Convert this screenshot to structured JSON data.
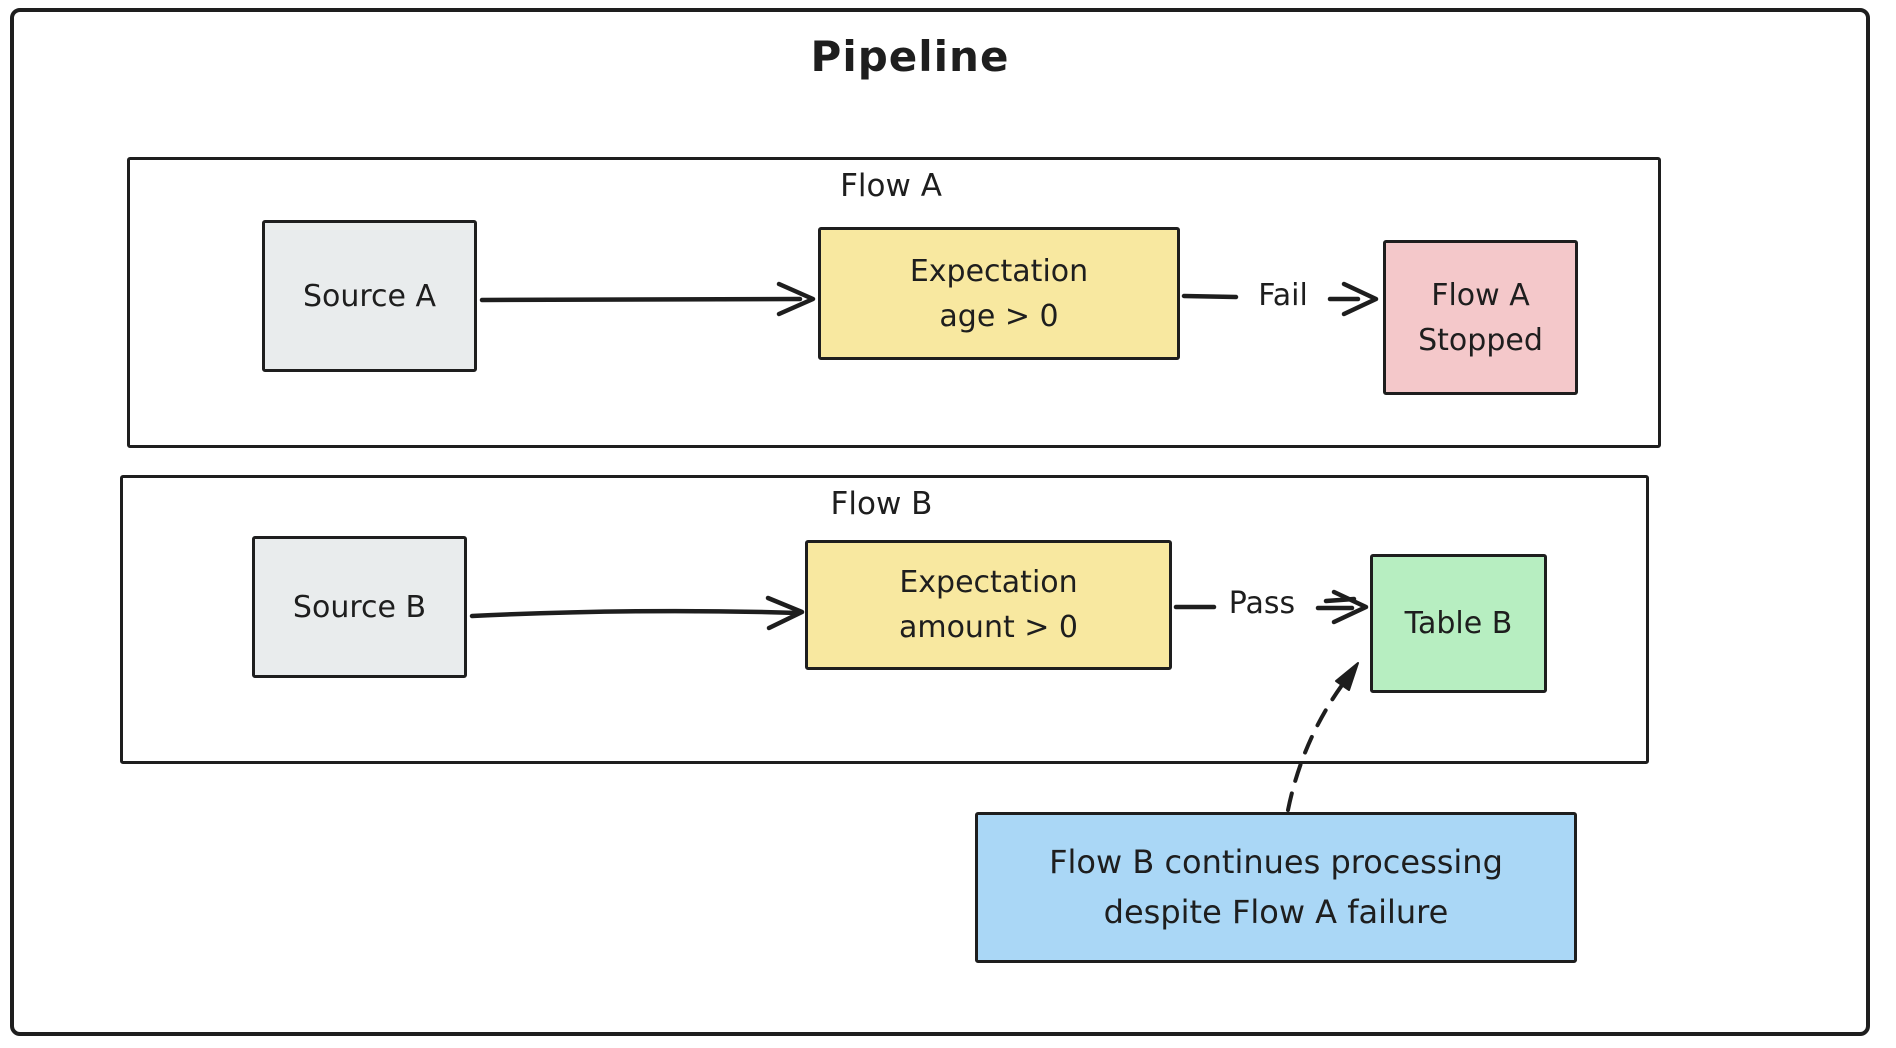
{
  "title": "Pipeline",
  "flow_a": {
    "label": "Flow A",
    "source": {
      "label": "Source A"
    },
    "expectation": {
      "line1": "Expectation",
      "line2": "age > 0"
    },
    "edge_label": "Fail",
    "result": {
      "line1": "Flow A",
      "line2": "Stopped"
    }
  },
  "flow_b": {
    "label": "Flow B",
    "source": {
      "label": "Source B"
    },
    "expectation": {
      "line1": "Expectation",
      "line2": "amount > 0"
    },
    "edge_label": "Pass",
    "result": {
      "label": "Table B"
    }
  },
  "note": {
    "line1": "Flow B continues processing",
    "line2": "despite Flow A failure"
  },
  "colors": {
    "stroke": "#1e1e1e",
    "background": "#ffffff",
    "source_fill": "#e9eced",
    "expectation_fill": "#f8e8a0",
    "stopped_fill": "#f4c8ca",
    "table_fill": "#b7eec1",
    "note_fill": "#aad7f6"
  }
}
